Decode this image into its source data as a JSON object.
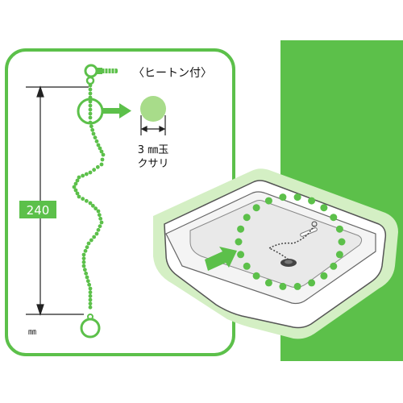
{
  "colors": {
    "green": "#5cc04a",
    "light_green": "#a8dc8a",
    "pale_green": "#d4efc4",
    "dark": "#222222"
  },
  "labels": {
    "heaton": "〈ヒートン付〉",
    "ball_size": "3 ㎜玉",
    "chain": "クサリ",
    "length": "240",
    "unit": "㎜"
  },
  "icons": {
    "callout_arrow": "arrow-right-icon",
    "sink_arrow": "arrow-right-icon",
    "screw": "eye-screw-icon",
    "ring": "ring-icon"
  }
}
